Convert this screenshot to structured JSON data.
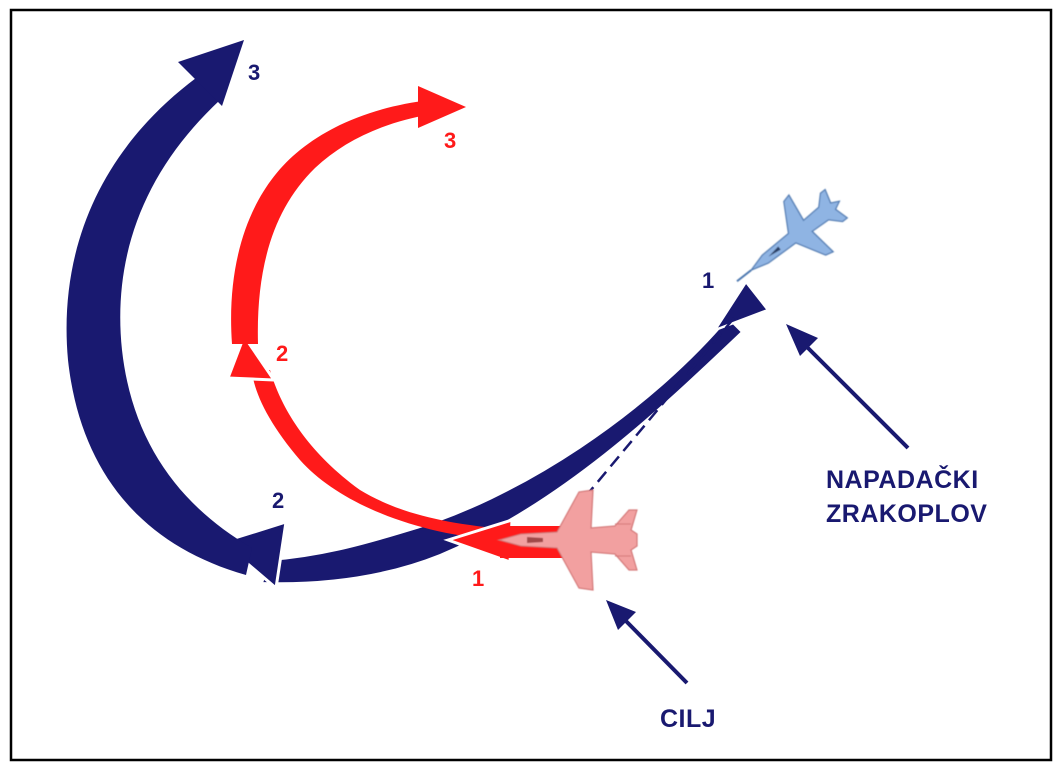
{
  "colors": {
    "attacker": "#191970",
    "target": "#ff1a1a",
    "attacker_jet": "#8fb4e3",
    "target_jet": "#f2a0a0",
    "frame": "#000000",
    "background": "#ffffff"
  },
  "attacker_path": {
    "labels": {
      "p1": "1",
      "p2": "2",
      "p3": "3"
    }
  },
  "target_path": {
    "labels": {
      "p1": "1",
      "p2": "2",
      "p3": "3"
    }
  },
  "callouts": {
    "attacker_line1": "NAPADAČKI",
    "attacker_line2": "ZRAKOPLOV",
    "target": "CILJ"
  },
  "icons": {
    "attacker_aircraft": "fighter-jet-icon",
    "target_aircraft": "fighter-jet-icon"
  }
}
